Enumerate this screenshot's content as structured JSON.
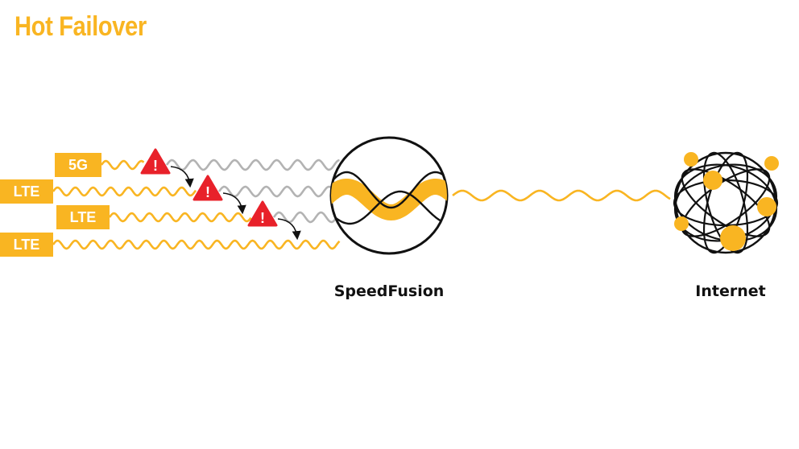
{
  "title": "Hot Failover",
  "links": [
    {
      "label": "5G",
      "status": "failed"
    },
    {
      "label": "LTE",
      "status": "failed"
    },
    {
      "label": "LTE",
      "status": "failed"
    },
    {
      "label": "LTE",
      "status": "active"
    }
  ],
  "nodes": {
    "hub": "SpeedFusion",
    "destination": "Internet"
  },
  "alert_symbol": "!",
  "colors": {
    "accent": "#f9b522",
    "inactive": "#b3b3b3",
    "alert": "#e8212a",
    "ink": "#111111"
  }
}
